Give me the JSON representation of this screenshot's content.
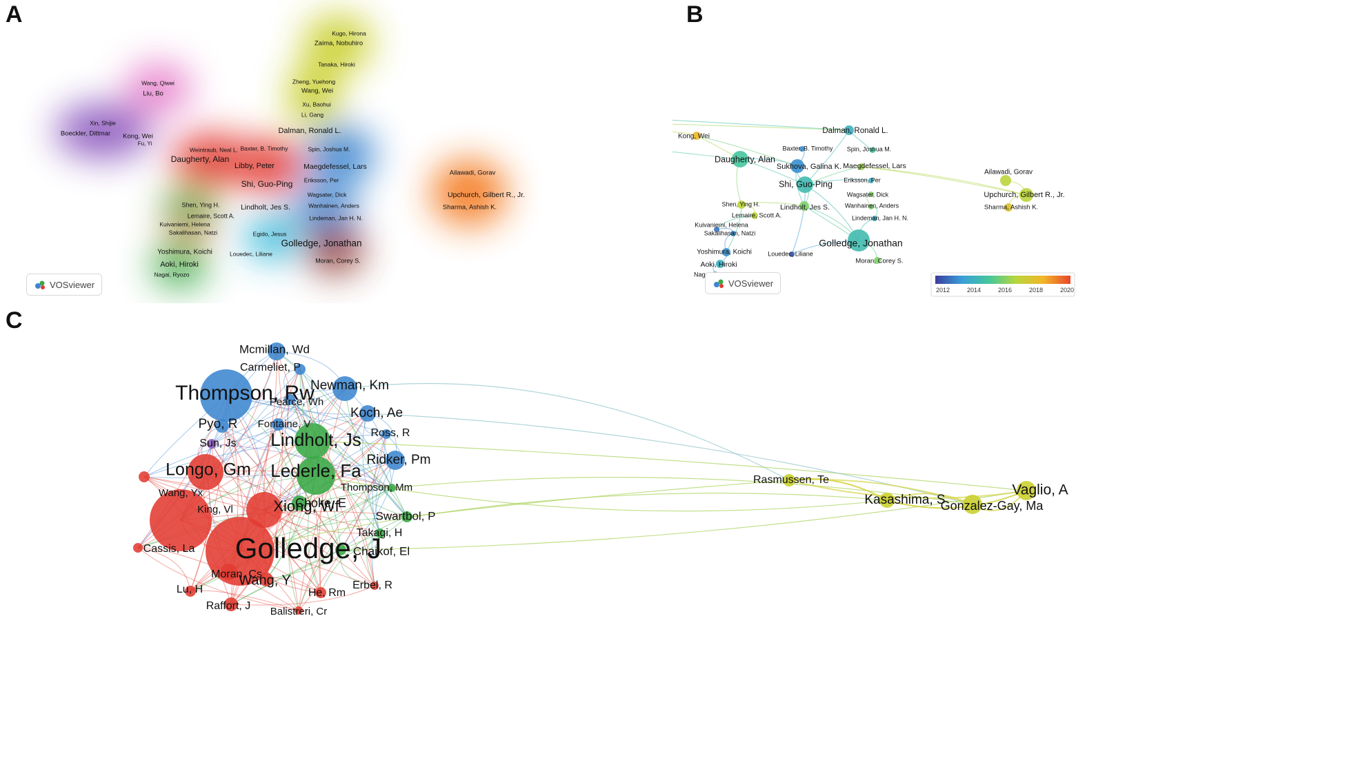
{
  "panels": {
    "a": {
      "letter": "A"
    },
    "b": {
      "letter": "B"
    },
    "c": {
      "letter": "C"
    }
  },
  "badge": {
    "label": "VOSviewer"
  },
  "colorbar": {
    "ticks": [
      "2012",
      "2014",
      "2016",
      "2018",
      "2020"
    ],
    "stops": [
      "#3b3c9e",
      "#3aa0d8",
      "#46c79a",
      "#b9d63c",
      "#f2b52a",
      "#e8452c"
    ]
  },
  "colors": {
    "red": "#e23b31",
    "blue": "#3c86cf",
    "green": "#39a845",
    "yellow": "#c9cf2b",
    "purple": "#8e5bbf",
    "pink": "#e77fcb",
    "orange": "#f47c20",
    "cyan": "#36b8d8",
    "brown": "#8e3b31"
  },
  "panel_a_nodes": [
    {
      "label": "Kugo, Hirona",
      "c": "yellow"
    },
    {
      "label": "Zaima, Nobuhiro",
      "c": "yellow"
    },
    {
      "label": "Tanaka, Hiroki",
      "c": "yellow"
    },
    {
      "label": "Wang, Qiwei",
      "c": "pink"
    },
    {
      "label": "Liu, Bo",
      "c": "pink"
    },
    {
      "label": "Zheng, Yuehong",
      "c": "yellow"
    },
    {
      "label": "Wang, Wei",
      "c": "yellow"
    },
    {
      "label": "Xu, Baohui",
      "c": "yellow"
    },
    {
      "label": "Li, Gang",
      "c": "yellow"
    },
    {
      "label": "Xin, Shijie",
      "c": "purple"
    },
    {
      "label": "Boeckler, Dittmar",
      "c": "purple"
    },
    {
      "label": "Kong, Wei",
      "c": "purple"
    },
    {
      "label": "Fu, Yi",
      "c": "purple"
    },
    {
      "label": "Dalman, Ronald L.",
      "c": "blue"
    },
    {
      "label": "Weintraub, Neal L.",
      "c": "red"
    },
    {
      "label": "Baxter, B. Timothy",
      "c": "red"
    },
    {
      "label": "Spin, Joshua M.",
      "c": "blue"
    },
    {
      "label": "Daugherty, Alan",
      "c": "red"
    },
    {
      "label": "Libby, Peter",
      "c": "red"
    },
    {
      "label": "Maegdefessel, Lars",
      "c": "blue"
    },
    {
      "label": "Ailawadi, Gorav",
      "c": "orange"
    },
    {
      "label": "Eriksson, Per",
      "c": "blue"
    },
    {
      "label": "Shi, Guo-Ping",
      "c": "red"
    },
    {
      "label": "Upchurch, Gilbert R., Jr.",
      "c": "orange"
    },
    {
      "label": "Wagsater, Dick",
      "c": "blue"
    },
    {
      "label": "Shen, Ying H.",
      "c": "green"
    },
    {
      "label": "Lindholt, Jes S.",
      "c": "blue"
    },
    {
      "label": "Wanhainen, Anders",
      "c": "blue"
    },
    {
      "label": "Sharma, Ashish K.",
      "c": "orange"
    },
    {
      "label": "Lemaire, Scott A.",
      "c": "green"
    },
    {
      "label": "Lindeman, Jan H. N.",
      "c": "blue"
    },
    {
      "label": "Kuivaniemi, Helena",
      "c": "red"
    },
    {
      "label": "Sakalihasan, Natzi",
      "c": "red"
    },
    {
      "label": "Egido, Jesus",
      "c": "cyan"
    },
    {
      "label": "Golledge, Jonathan",
      "c": "brown"
    },
    {
      "label": "Yoshimura, Koichi",
      "c": "green"
    },
    {
      "label": "Louedec, Liliane",
      "c": "cyan"
    },
    {
      "label": "Aoki, Hiroki",
      "c": "green"
    },
    {
      "label": "Moran, Corey S.",
      "c": "brown"
    },
    {
      "label": "Nagai, Ryozo",
      "c": "green"
    }
  ],
  "panel_b_nodes": [
    {
      "label": "Kugo, Hirona",
      "year": 2020
    },
    {
      "label": "Zaima, Nobuhiro",
      "year": 2019.5
    },
    {
      "label": "Tanaka, Hiroki",
      "year": 2019
    },
    {
      "label": "Wang, Qiwei",
      "year": 2015
    },
    {
      "label": "Liu, Bo",
      "year": 2015.5
    },
    {
      "label": "Zheng, Yuehong",
      "year": 2020
    },
    {
      "label": "Wang, Wei",
      "year": 2019.5
    },
    {
      "label": "Xu, Baohui",
      "year": 2019.7
    },
    {
      "label": "Li, Gang",
      "year": 2019
    },
    {
      "label": "Xin, Shijie",
      "year": 2020
    },
    {
      "label": "Boeckler, Dittmar",
      "year": 2016
    },
    {
      "label": "Kong, Wei",
      "year": 2018.5
    },
    {
      "label": "Dalman, Ronald L.",
      "year": 2014
    },
    {
      "label": "Baxter, B. Timothy",
      "year": 2013
    },
    {
      "label": "Spin, Joshua M.",
      "year": 2015
    },
    {
      "label": "Daugherty, Alan",
      "year": 2015
    },
    {
      "label": "Sukhova, Galina K.",
      "year": 2013
    },
    {
      "label": "Maegdefessel, Lars",
      "year": 2016.5
    },
    {
      "label": "Ailawadi, Gorav",
      "year": 2017
    },
    {
      "label": "Eriksson, Per",
      "year": 2014
    },
    {
      "label": "Shi, Guo-Ping",
      "year": 2014.5
    },
    {
      "label": "Upchurch, Gilbert R., Jr.",
      "year": 2017
    },
    {
      "label": "Wagsater, Dick",
      "year": 2016
    },
    {
      "label": "Shen, Ying H.",
      "year": 2017
    },
    {
      "label": "Lindholt, Jes S.",
      "year": 2016
    },
    {
      "label": "Wanhainen, Anders",
      "year": 2016
    },
    {
      "label": "Sharma, Ashish K.",
      "year": 2018
    },
    {
      "label": "Lemaire, Scott A.",
      "year": 2017
    },
    {
      "label": "Lindeman, Jan H. N.",
      "year": 2014
    },
    {
      "label": "Kuivaniemi, Helena",
      "year": 2012.5
    },
    {
      "label": "Sakalihasan, Natzi",
      "year": 2013
    },
    {
      "label": "Golledge, Jonathan",
      "year": 2014.5
    },
    {
      "label": "Yoshimura, Koichi",
      "year": 2013
    },
    {
      "label": "Louedec, Liliane",
      "year": 2012
    },
    {
      "label": "Aoki, Hiroki",
      "year": 2014
    },
    {
      "label": "Moran, Corey S.",
      "year": 2016
    },
    {
      "label": "Nagai, Ryozo",
      "year": 2013
    }
  ],
  "panel_c_nodes": [
    {
      "label": "Mcmillan, Wd",
      "c": "blue"
    },
    {
      "label": "Carmeliet, P",
      "c": "blue"
    },
    {
      "label": "Thompson, Rw",
      "c": "blue"
    },
    {
      "label": "Newman, Km",
      "c": "blue"
    },
    {
      "label": "Pearce, Wh",
      "c": "blue"
    },
    {
      "label": "Koch, Ae",
      "c": "blue"
    },
    {
      "label": "Pyo, R",
      "c": "blue"
    },
    {
      "label": "Fontaine, V",
      "c": "blue"
    },
    {
      "label": "Ross, R",
      "c": "blue"
    },
    {
      "label": "Sun, Js",
      "c": "purple"
    },
    {
      "label": "Lindholt, Js",
      "c": "green"
    },
    {
      "label": "Ridker, Pm",
      "c": "blue"
    },
    {
      "label": "Longo, Gm",
      "c": "red"
    },
    {
      "label": "Lederle, Fa",
      "c": "green"
    },
    {
      "label": "Rasmussen, Te",
      "c": "yellow"
    },
    {
      "label": "Wang, Yx",
      "c": "red"
    },
    {
      "label": "Thompson, Mm",
      "c": "green"
    },
    {
      "label": "Vaglio, A",
      "c": "yellow"
    },
    {
      "label": "Kasashima, S",
      "c": "yellow"
    },
    {
      "label": "Gonzalez-Gay, Ma",
      "c": "yellow"
    },
    {
      "label": "King, Vl",
      "c": "red"
    },
    {
      "label": "Xiong, Wf",
      "c": "red"
    },
    {
      "label": "Choke, E",
      "c": "green"
    },
    {
      "label": "Swartbol, P",
      "c": "green"
    },
    {
      "label": "Takagi, H",
      "c": "green"
    },
    {
      "label": "Cassis, La",
      "c": "red"
    },
    {
      "label": "Golledge, J",
      "c": "red"
    },
    {
      "label": "Chaikof, El",
      "c": "green"
    },
    {
      "label": "Moran, Cs",
      "c": "red"
    },
    {
      "label": "Wang, Y",
      "c": "red"
    },
    {
      "label": "Erbel, R",
      "c": "red"
    },
    {
      "label": "Lu, H",
      "c": "red"
    },
    {
      "label": "He, Rm",
      "c": "red"
    },
    {
      "label": "Raffort, J",
      "c": "red"
    },
    {
      "label": "Balistreri, Cr",
      "c": "red"
    }
  ]
}
